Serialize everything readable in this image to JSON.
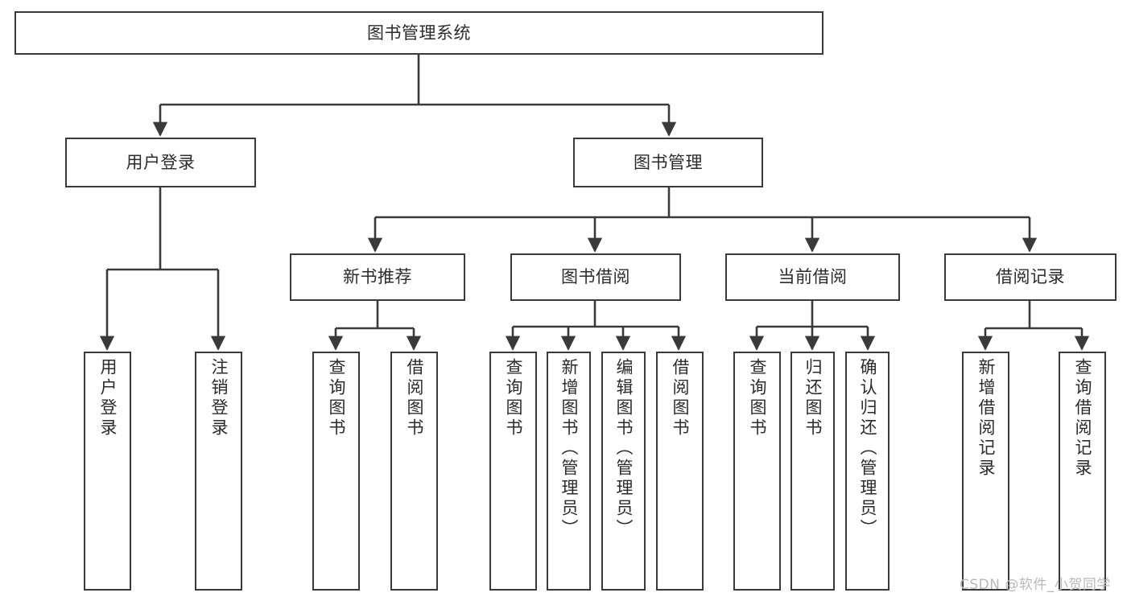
{
  "diagram": {
    "title": "图书管理系统",
    "type": "tree-hierarchy-chart",
    "line_color": "#3a3a3a",
    "box_fill": "#ffffff",
    "text_color": "#2b2b2b",
    "background": "#ffffff"
  },
  "root": {
    "label": "图书管理系统"
  },
  "level1": [
    {
      "label": "用户登录"
    },
    {
      "label": "图书管理"
    }
  ],
  "level2": [
    {
      "label": "新书推荐"
    },
    {
      "label": "图书借阅"
    },
    {
      "label": "当前借阅"
    },
    {
      "label": "借阅记录"
    }
  ],
  "leaves": {
    "user_login": [
      {
        "label": "用户登录"
      },
      {
        "label": "注销登录"
      }
    ],
    "new_book_recommend": [
      {
        "label": "查询图书"
      },
      {
        "label": "借阅图书"
      }
    ],
    "book_borrow": [
      {
        "label": "查询图书"
      },
      {
        "label": "新增图书（管理员）"
      },
      {
        "label": "编辑图书（管理员）"
      },
      {
        "label": "借阅图书"
      }
    ],
    "current_borrow": [
      {
        "label": "查询图书"
      },
      {
        "label": "归还图书"
      },
      {
        "label": "确认归还（管理员）"
      }
    ],
    "borrow_record": [
      {
        "label": "新增借阅记录"
      },
      {
        "label": "查询借阅记录"
      }
    ]
  },
  "watermark": {
    "text": "CSDN @软件_小贺同学"
  }
}
